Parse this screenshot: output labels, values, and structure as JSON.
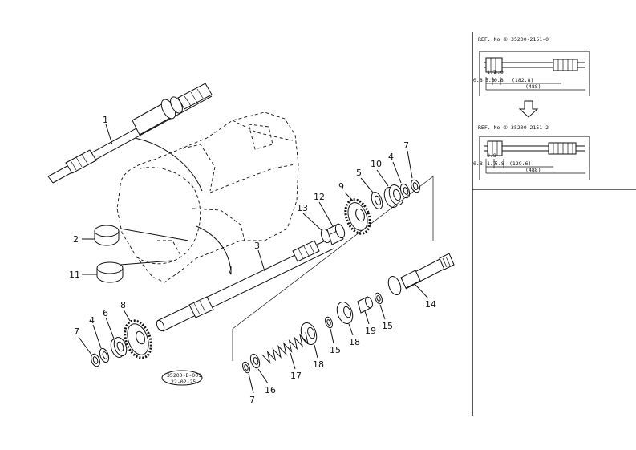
{
  "callouts": [
    {
      "id": "c1",
      "text": "1"
    },
    {
      "id": "c2",
      "text": "2"
    },
    {
      "id": "c11",
      "text": "11"
    },
    {
      "id": "c3",
      "text": "3"
    },
    {
      "id": "c13",
      "text": "13"
    },
    {
      "id": "c12",
      "text": "12"
    },
    {
      "id": "c9",
      "text": "9"
    },
    {
      "id": "c5t",
      "text": "5"
    },
    {
      "id": "c10",
      "text": "10"
    },
    {
      "id": "c4t",
      "text": "4"
    },
    {
      "id": "c7t",
      "text": "7"
    },
    {
      "id": "c8",
      "text": "8"
    },
    {
      "id": "c6",
      "text": "6"
    },
    {
      "id": "c4b",
      "text": "4"
    },
    {
      "id": "c7b",
      "text": "7"
    },
    {
      "id": "c14",
      "text": "14"
    },
    {
      "id": "c19",
      "text": "19"
    },
    {
      "id": "c15a",
      "text": "15"
    },
    {
      "id": "c18a",
      "text": "18"
    },
    {
      "id": "c15b",
      "text": "15"
    },
    {
      "id": "c18b",
      "text": "18"
    },
    {
      "id": "c17",
      "text": "17"
    },
    {
      "id": "c16",
      "text": "16"
    },
    {
      "id": "c7c",
      "text": "7"
    }
  ],
  "stamp": {
    "line1": "35200-B-001",
    "line2": "22-02-25"
  },
  "ref_panel": {
    "ref1": "REF. No ① 35200-2151-0",
    "ref2": "REF. No ① 35200-2151-2",
    "d1_a": "(182.8)",
    "d1_b": "(488)",
    "d2_a": "(129.6)",
    "d2_b": "(488)",
    "s1": [
      "0.8",
      "1.7",
      "2.0",
      "5.8",
      "0.8"
    ],
    "s2": [
      "0.8",
      "1.7",
      "5.8",
      "0.8"
    ]
  }
}
